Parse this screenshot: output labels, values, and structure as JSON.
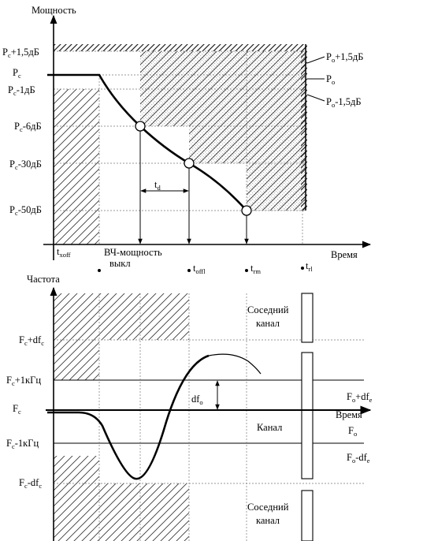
{
  "top": {
    "y_axis_label": "Мощность",
    "x_axis_label": "Время",
    "levels": [
      {
        "base": "P",
        "sub": "c",
        "suffix": "+1,5дБ"
      },
      {
        "base": "P",
        "sub": "c",
        "suffix": ""
      },
      {
        "base": "P",
        "sub": "c",
        "suffix": "-1дБ"
      },
      {
        "base": "P",
        "sub": "c",
        "suffix": "-6дБ"
      },
      {
        "base": "P",
        "sub": "c",
        "suffix": "-30дБ"
      },
      {
        "base": "P",
        "sub": "c",
        "suffix": "-50дБ"
      }
    ],
    "right_levels": [
      {
        "base": "P",
        "sub": "o",
        "suffix": "+1,5дБ"
      },
      {
        "base": "P",
        "sub": "o",
        "suffix": ""
      },
      {
        "base": "P",
        "sub": "o",
        "suffix": "-1,5дБ"
      }
    ],
    "interval_label": {
      "base": "t",
      "sub": "d"
    }
  },
  "time_marks": {
    "t_xoff": {
      "base": "t",
      "sub": "xoff"
    },
    "rf_off_line1": "ВЧ-мощность",
    "rf_off_line2": "выкл",
    "t_offl": {
      "base": "t",
      "sub": "offl"
    },
    "t_rm": {
      "base": "t",
      "sub": "rm"
    },
    "t_rl": {
      "base": "t",
      "sub": "rl"
    }
  },
  "bottom": {
    "y_axis_label": "Частота",
    "x_axis_label": "Время",
    "levels": [
      {
        "base": "F",
        "sub": "c",
        "suffix": "+df",
        "sub2": "c"
      },
      {
        "base": "F",
        "sub": "c",
        "suffix": "+1кГц",
        "sub2": ""
      },
      {
        "base": "F",
        "sub": "c",
        "suffix": "",
        "sub2": ""
      },
      {
        "base": "F",
        "sub": "c",
        "suffix": "-1кГц",
        "sub2": ""
      },
      {
        "base": "F",
        "sub": "c",
        "suffix": "-df",
        "sub2": "c"
      }
    ],
    "right_levels": [
      {
        "base": "F",
        "sub": "o",
        "suffix": "+df",
        "sub2": "e"
      },
      {
        "base": "F",
        "sub": "o",
        "suffix": "",
        "sub2": ""
      },
      {
        "base": "F",
        "sub": "o",
        "suffix": "-df",
        "sub2": "e"
      }
    ],
    "deviation_label": {
      "base": "df",
      "sub": "o"
    },
    "adjacent_line1": "Соседний",
    "adjacent_line2": "канал",
    "channel_label": "Канал"
  }
}
